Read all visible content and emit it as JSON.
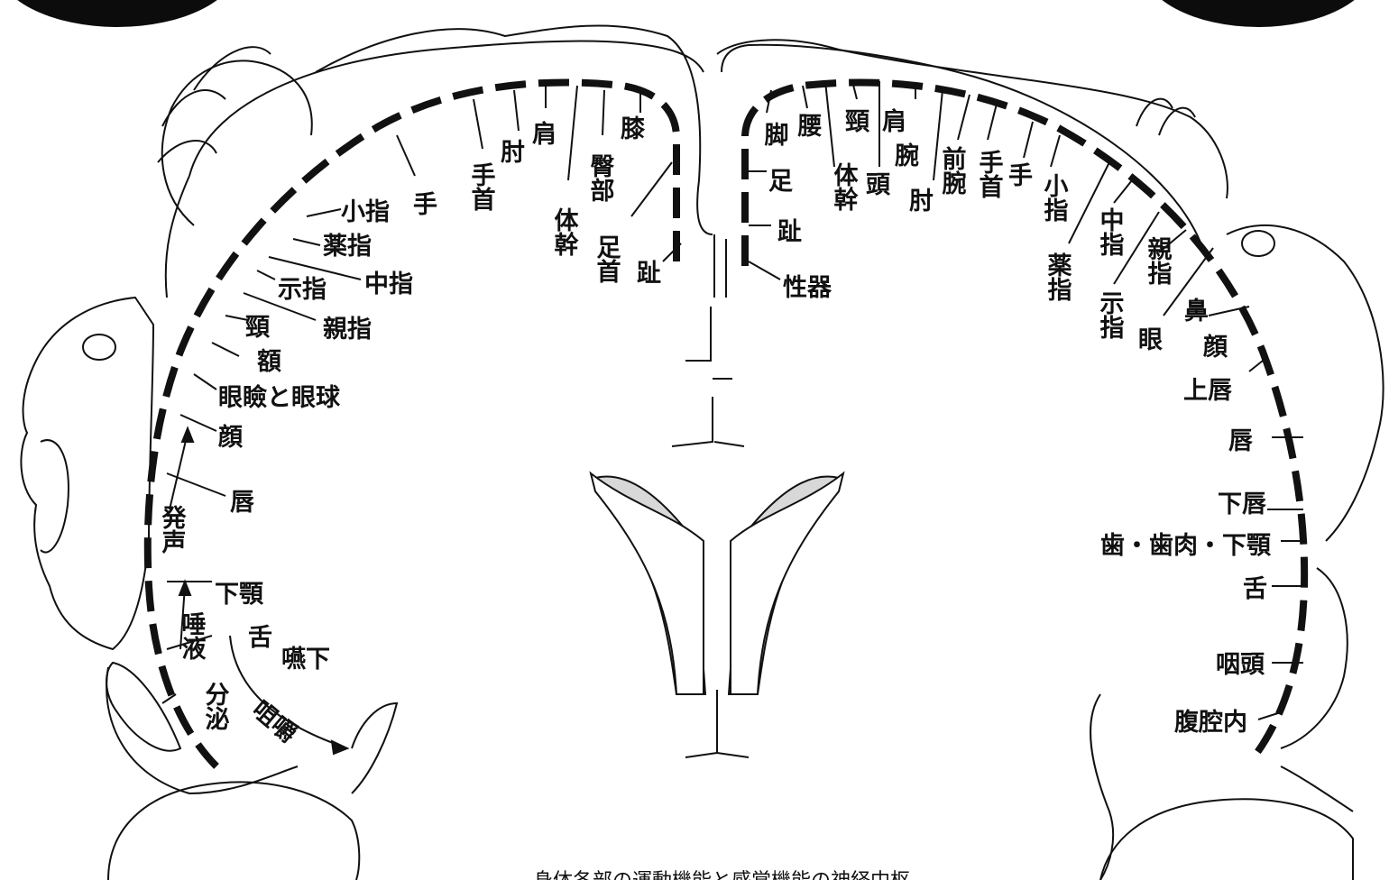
{
  "caption": "身体各部の運動機能と感覚機能の神経中枢",
  "motor_labels": {
    "toe": "趾",
    "ankle": "足首",
    "knee": "膝",
    "buttock": "臀部",
    "trunk": "体幹",
    "shoulder": "肩",
    "elbow": "肘",
    "wrist": "手首",
    "hand": "手",
    "little_finger": "小指",
    "ring_finger": "薬指",
    "middle_finger": "中指",
    "index_finger": "示指",
    "thumb": "親指",
    "neck": "頸",
    "brow": "額",
    "eyelid_eyeball": "眼瞼と眼球",
    "face": "顔",
    "lips": "唇",
    "vocalization": "発声",
    "jaw": "下顎",
    "tongue": "舌",
    "swallowing": "嚥下",
    "salivation": "唾液",
    "secretion": "分泌",
    "mastication": "咀嚼"
  },
  "sensory_labels": {
    "foot": "脚",
    "hip": "腰",
    "foot2": "足",
    "toe": "趾",
    "genitals": "性器",
    "neck": "頸",
    "shoulder": "肩",
    "trunk": "体幹",
    "head": "頭",
    "arm": "腕",
    "elbow": "肘",
    "forearm": "前腕",
    "wrist": "手首",
    "hand": "手",
    "little_finger": "小指",
    "ring_finger": "薬指",
    "middle_finger": "中指",
    "index_finger": "示指",
    "thumb": "親指",
    "eye": "眼",
    "nose": "鼻",
    "face": "顔",
    "upper_lip": "上唇",
    "lips": "唇",
    "lower_lip": "下唇",
    "teeth_gums_jaw": "歯・歯肉・下顎",
    "tongue": "舌",
    "pharynx": "咽頭",
    "intra_abdominal": "腹腔内"
  }
}
